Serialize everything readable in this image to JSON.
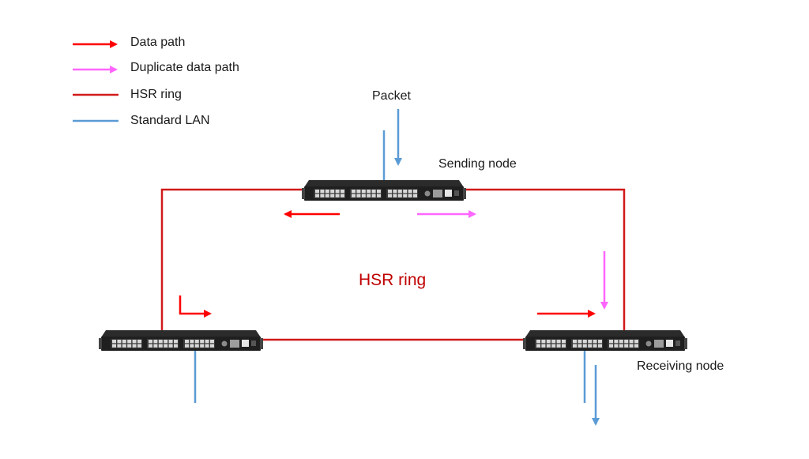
{
  "legend": {
    "items": [
      {
        "label": "Data path",
        "kind": "arrow",
        "color": "#ff0000"
      },
      {
        "label": "Duplicate data path",
        "kind": "arrow",
        "color": "#ff66ff"
      },
      {
        "label": "HSR ring",
        "kind": "line",
        "color": "#d11a1a"
      },
      {
        "label": "Standard LAN",
        "kind": "line",
        "color": "#5b9bd5"
      }
    ]
  },
  "labels": {
    "packet": "Packet",
    "sending_node": "Sending node",
    "receiving_node": "Receiving node",
    "ring_title": "HSR ring"
  },
  "colors": {
    "ring": "#d11a1a",
    "data_path": "#ff0000",
    "duplicate_path": "#ff66ff",
    "lan": "#5b9bd5",
    "ring_title": "#c00000",
    "device_body": "#1f1f1f"
  },
  "nodes": [
    {
      "role": "sending",
      "icon": "network-switch-icon"
    },
    {
      "role": "intermediate",
      "icon": "network-switch-icon"
    },
    {
      "role": "receiving",
      "icon": "network-switch-icon"
    }
  ]
}
